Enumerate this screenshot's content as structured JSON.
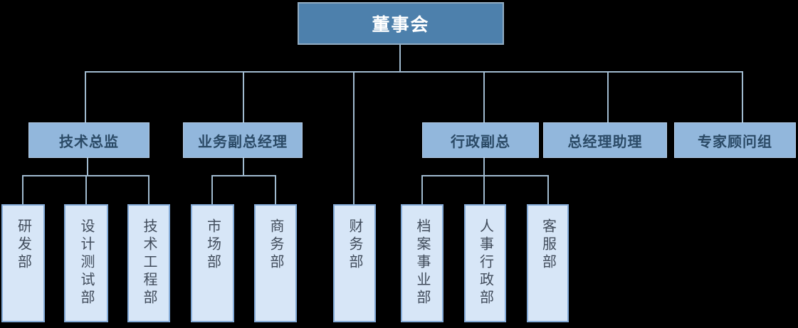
{
  "diagram": {
    "type": "org-chart",
    "colors": {
      "background": "#000000",
      "root_fill": "#4D80AC",
      "root_text": "#FFFFFF",
      "level2_fill": "#92B7DC",
      "level2_text": "#2B4A66",
      "level3_fill": "#D7E6F7",
      "level3_border": "#84ABD8",
      "level3_text": "#414C5B",
      "connector": "#A0BACF"
    },
    "nodes": {
      "root": {
        "label": "董事会"
      },
      "level2": [
        {
          "label": "技术总监",
          "parent": "董事会"
        },
        {
          "label": "业务副总经理",
          "parent": "董事会"
        },
        {
          "label": "行政副总",
          "parent": "董事会"
        },
        {
          "label": "总经理助理",
          "parent": "董事会"
        },
        {
          "label": "专家顾问组",
          "parent": "董事会"
        }
      ],
      "level3": [
        {
          "label": "研发部",
          "parent": "技术总监"
        },
        {
          "label": "设计测试部",
          "parent": "技术总监"
        },
        {
          "label": "技术工程部",
          "parent": "技术总监"
        },
        {
          "label": "市场部",
          "parent": "业务副总经理"
        },
        {
          "label": "商务部",
          "parent": "业务副总经理"
        },
        {
          "label": "财务部",
          "parent": "董事会"
        },
        {
          "label": "档案事业部",
          "parent": "行政副总"
        },
        {
          "label": "人事行政部",
          "parent": "行政副总"
        },
        {
          "label": "客服部",
          "parent": "行政副总"
        }
      ]
    }
  }
}
